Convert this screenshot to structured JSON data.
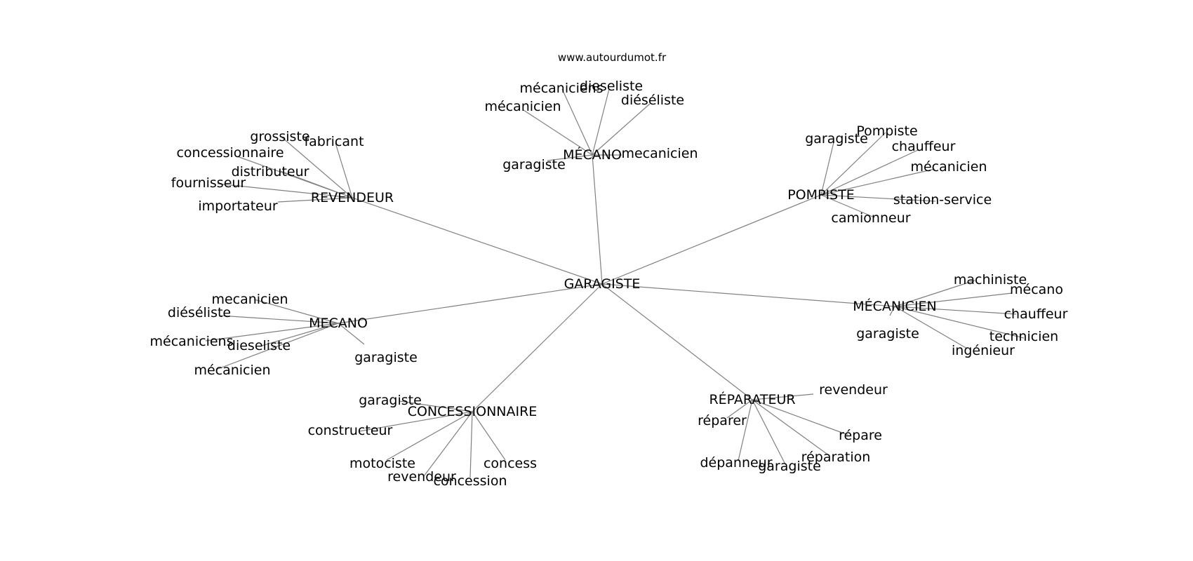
{
  "watermark": "www.autourdumot.fr",
  "colors": {
    "edge": "#808080",
    "text": "#000000",
    "background": "#ffffff"
  },
  "center": "GARAGISTE",
  "groups": [
    {
      "label": "MÉCANO",
      "words": [
        "mécaniciens",
        "dieseliste",
        "mécanicien",
        "diéséliste",
        "garagiste",
        "mecanicien"
      ]
    },
    {
      "label": "REVENDEUR",
      "words": [
        "grossiste",
        "fabricant",
        "concessionnaire",
        "distributeur",
        "fournisseur",
        "importateur"
      ]
    },
    {
      "label": "POMPISTE",
      "words": [
        "garagiste",
        "Pompiste",
        "chauffeur",
        "mécanicien",
        "station-service",
        "camionneur"
      ]
    },
    {
      "label": "MÉCANICIEN",
      "words": [
        "machiniste",
        "mécano",
        "chauffeur",
        "technicien",
        "ingénieur",
        "garagiste"
      ]
    },
    {
      "label": "MECANO",
      "words": [
        "mecanicien",
        "diéséliste",
        "mécaniciens",
        "dieseliste",
        "mécanicien",
        "garagiste"
      ]
    },
    {
      "label": "CONCESSIONNAIRE",
      "words": [
        "garagiste",
        "constructeur",
        "motociste",
        "revendeur",
        "concession",
        "concess"
      ]
    },
    {
      "label": "RÉPARATEUR",
      "words": [
        "revendeur",
        "réparer",
        "répare",
        "dépanneur",
        "garagiste",
        "réparation"
      ]
    }
  ]
}
